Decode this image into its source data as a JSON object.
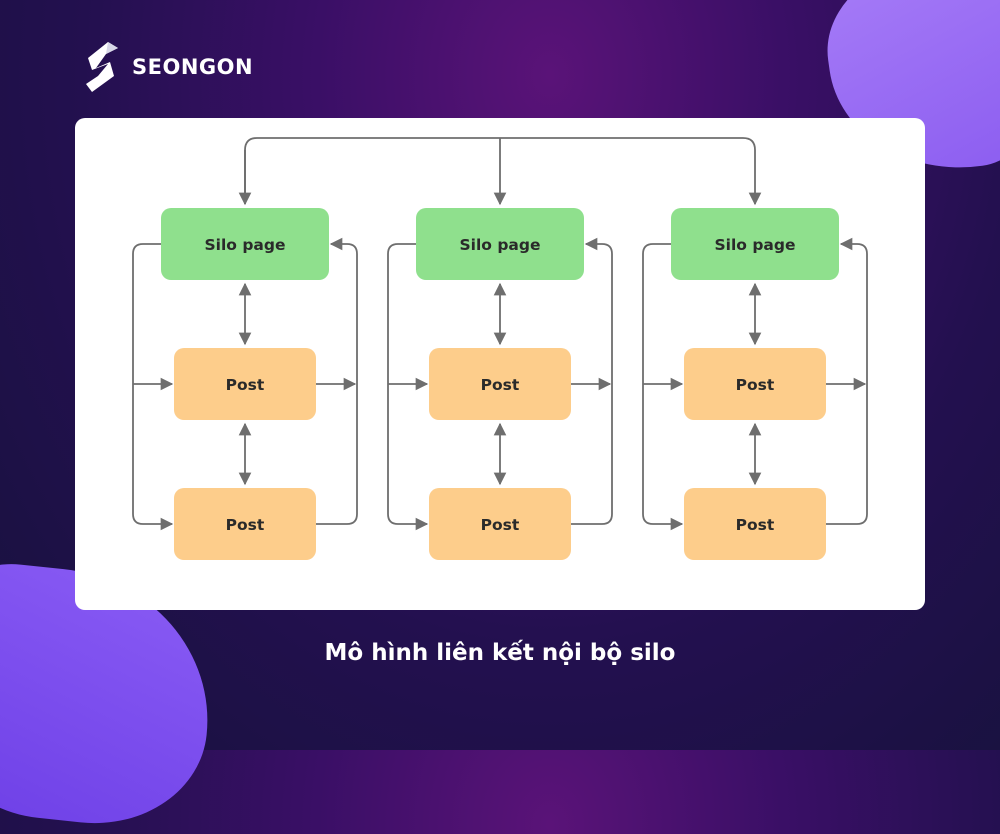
{
  "brand": {
    "name": "SEONGON",
    "icon": "seongon-s-logo-icon"
  },
  "diagram": {
    "silo_label": "Silo page",
    "post_label": "Post",
    "colors": {
      "silo": "#8fe08d",
      "post": "#fdcd8b",
      "line": "#6e6e6e"
    },
    "silos": [
      {
        "title": "Silo page",
        "posts": [
          "Post",
          "Post"
        ]
      },
      {
        "title": "Silo page",
        "posts": [
          "Post",
          "Post"
        ]
      },
      {
        "title": "Silo page",
        "posts": [
          "Post",
          "Post"
        ]
      }
    ]
  },
  "caption": "Mô hình liên kết nội bộ silo"
}
